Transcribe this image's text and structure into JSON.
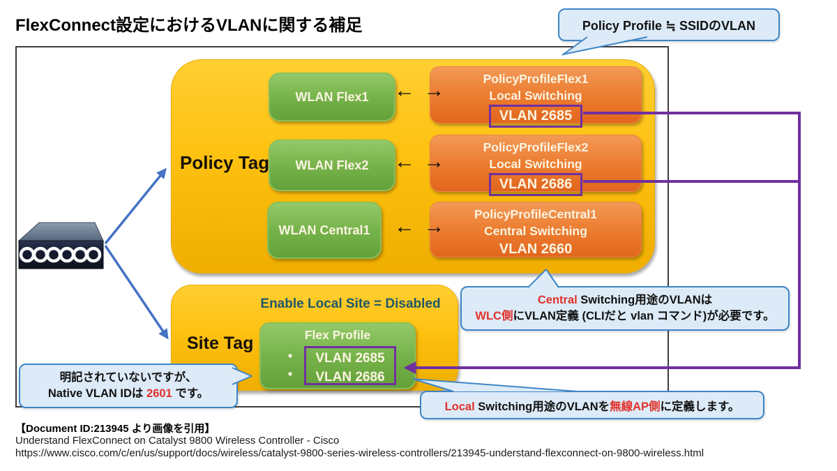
{
  "title": "FlexConnect設定におけるVLANに関する補足",
  "glyphs": {
    "bullet": "•",
    "arrow_pair": "← →"
  },
  "colors": {
    "yellow_group": "#FEC110",
    "green_box": "#74B148",
    "orange_box": "#EC7D31",
    "purple_connector": "#7030A0",
    "blue_connector": "#4472C4",
    "callout_fill": "#DCEBF7",
    "callout_border": "#3D85C6",
    "red_accent": "#E3312B",
    "teal_text": "#215868"
  },
  "policy_tag": {
    "label": "Policy Tag"
  },
  "site_tag": {
    "label": "Site Tag",
    "enable_local_site": "Enable Local Site = Disabled"
  },
  "rows": [
    {
      "wlan": "WLAN Flex1",
      "profile": "PolicyProfileFlex1",
      "switching": "Local Switching",
      "vlan": "VLAN 2685"
    },
    {
      "wlan": "WLAN Flex2",
      "profile": "PolicyProfileFlex2",
      "switching": "Local Switching",
      "vlan": "VLAN 2686"
    },
    {
      "wlan": "WLAN Central1",
      "profile": "PolicyProfileCentral1",
      "switching": "Central Switching",
      "vlan": "VLAN 2660"
    }
  ],
  "flex_profile": {
    "title": "Flex Profile",
    "vlans": [
      "VLAN 2685",
      "VLAN 2686"
    ]
  },
  "callouts": {
    "policy_profile": {
      "text": "Policy Profile ≒ SSIDのVLAN"
    },
    "central": {
      "line1_red": "Central",
      "line1_rest": " Switching用途のVLANは",
      "line2_red": "WLC側",
      "line2_rest": "にVLAN定義 (CLIだと vlan コマンド)が必要です。"
    },
    "native_vlan": {
      "line1": "明記されていないですが、",
      "line2_pre": "Native VLAN IDは ",
      "line2_red": "2601",
      "line2_post": " です。"
    },
    "local": {
      "red1": "Local",
      "mid": " Switching用途のVLANを",
      "red2": "無線AP側",
      "post": "に定義します。"
    }
  },
  "footer": {
    "citation": "【Document ID:213945 より画像を引用】",
    "doc_title": "Understand FlexConnect on Catalyst 9800 Wireless Controller - Cisco",
    "url": "https://www.cisco.com/c/en/us/support/docs/wireless/catalyst-9800-series-wireless-controllers/213945-understand-flexconnect-on-9800-wireless.html"
  }
}
